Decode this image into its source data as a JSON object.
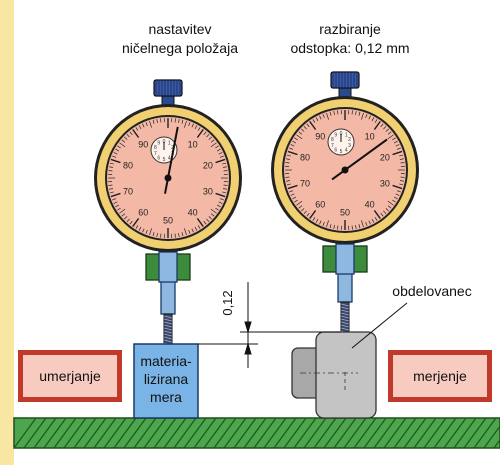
{
  "captions": {
    "left_line1": "nastavitev",
    "left_line2": "ničelnega položaja",
    "right_line1": "razbiranje",
    "right_line2": "odstopka: 0,12 mm"
  },
  "labels": {
    "umerjanje": "umerjanje",
    "merjenje": "merjenje",
    "obdelovanec": "obdelovanec",
    "gap": "0,12",
    "standard_line1": "materia-",
    "standard_line2": "lizirana",
    "standard_line3": "mera"
  },
  "dial": {
    "ticks": [
      "90",
      "10",
      "80",
      "20",
      "70",
      "30",
      "60",
      "40",
      "50"
    ],
    "small_dial": [
      "0",
      "1",
      "2",
      "3",
      "4",
      "5",
      "6",
      "7",
      "8",
      "9"
    ],
    "left_reading": 3,
    "right_reading": 15
  },
  "colors": {
    "border": "#f7e7a3",
    "face": "#f4b9a6",
    "bezel": "#f0d070",
    "knurl": "#3a5aa8",
    "stem": "#8fb8e0",
    "clamp": "#3c8c3c",
    "box": "#f8cbc0",
    "box_border": "#c0392b",
    "block": "#7ab4e6",
    "ground": "#4da64d",
    "workpiece": "#b8b8b8"
  }
}
